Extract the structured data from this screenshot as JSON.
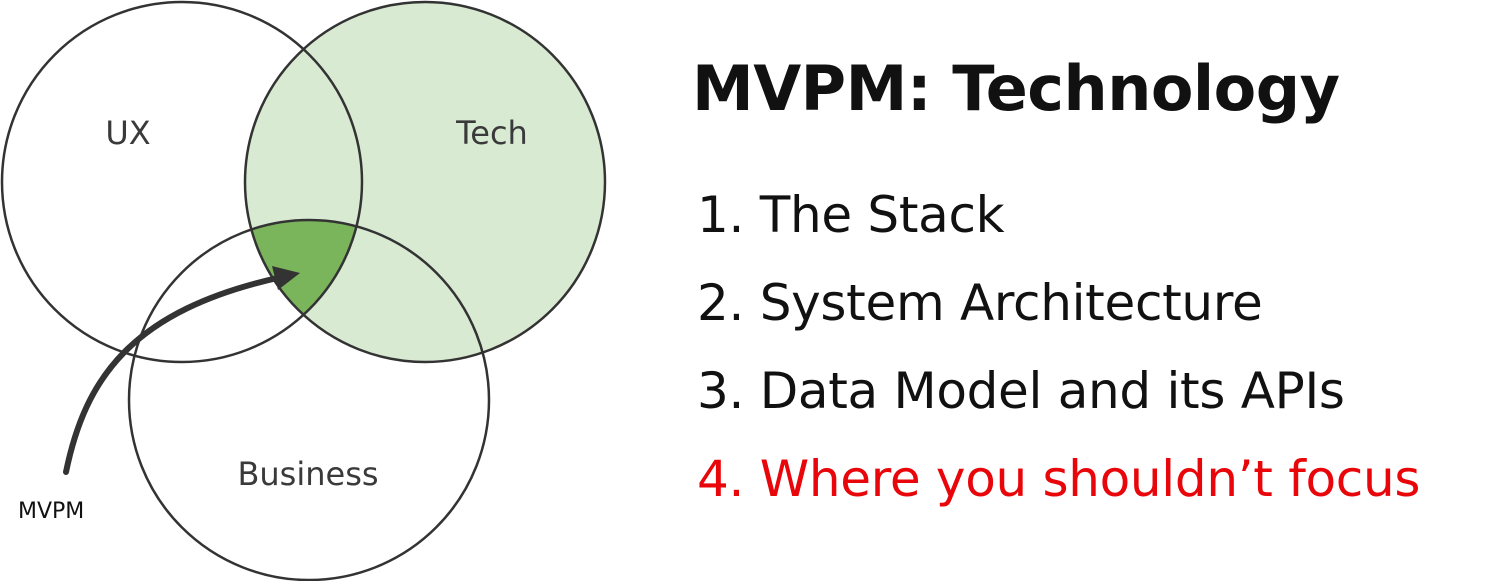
{
  "diagram": {
    "sets": [
      {
        "label": "UX",
        "fill": "#ffffff"
      },
      {
        "label": "Tech",
        "fill": "#d9ead3"
      },
      {
        "label": "Business",
        "fill": "#ffffff"
      }
    ],
    "center_fill": "#7ab55c",
    "overlap_fill": "#d9ead3",
    "stroke": "#333333",
    "pointer_label": "MVPM"
  },
  "slide": {
    "title": "MVPM: Technology",
    "items": [
      {
        "text": "1.  The Stack",
        "color": "#111111"
      },
      {
        "text": "2. System Architecture",
        "color": "#111111"
      },
      {
        "text": "3. Data Model and its APIs",
        "color": "#111111"
      },
      {
        "text": "4. Where you shouldn’t focus",
        "color": "#e8060a"
      }
    ]
  }
}
